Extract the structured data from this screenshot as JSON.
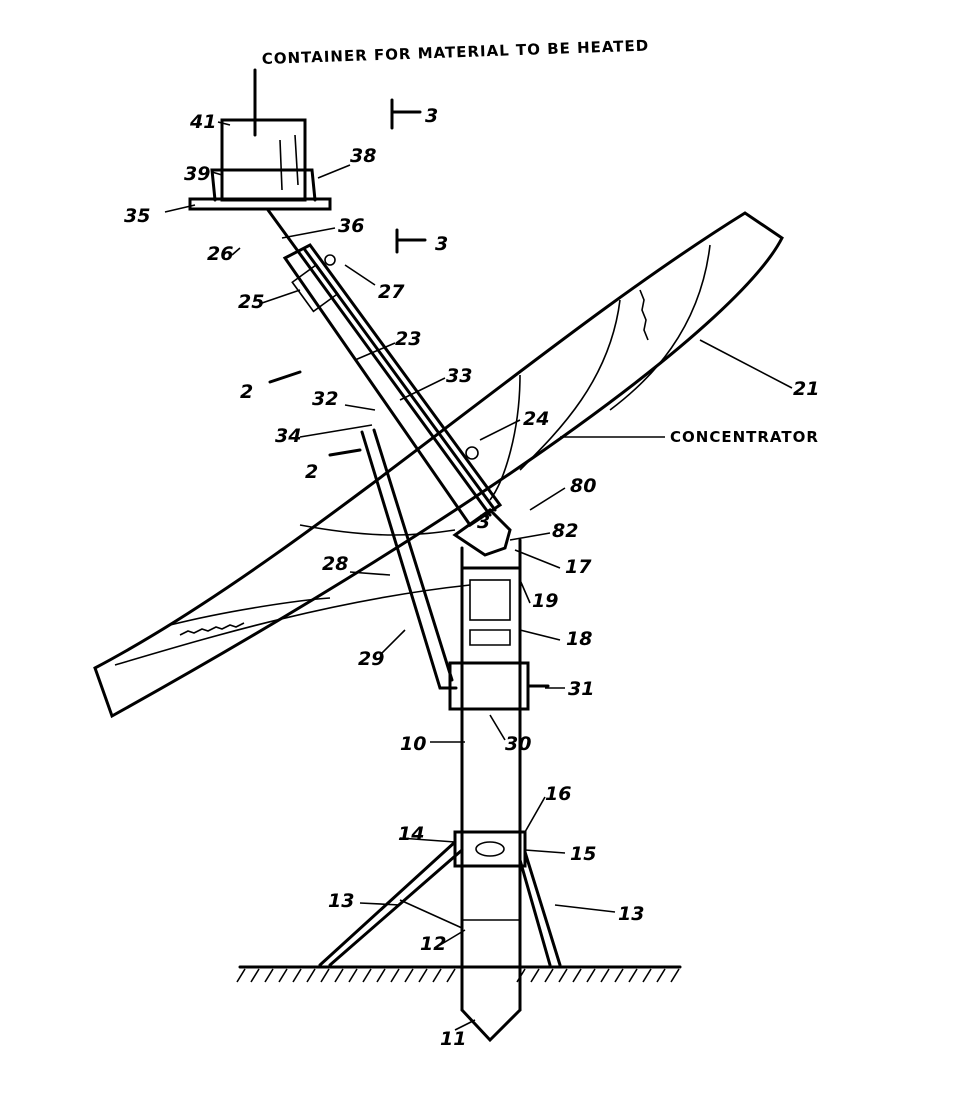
{
  "figure": {
    "caption_container": "CONTAINER FOR MATERIAL TO BE HEATED",
    "caption_concentrator": "CONCENTRATOR",
    "section_marks": [
      "3",
      "3",
      "2",
      "2"
    ],
    "labels": {
      "n41": "41",
      "n39": "39",
      "n38": "38",
      "n35": "35",
      "n36": "36",
      "n26": "26",
      "n25": "25",
      "n27": "27",
      "n23": "23",
      "n33": "33",
      "n32": "32",
      "n34": "34",
      "n24": "24",
      "n21": "21",
      "n80": "80",
      "n82": "82",
      "n17": "17",
      "n19": "19",
      "n18": "18",
      "n28": "28",
      "n29": "29",
      "n31": "31",
      "n30": "30",
      "n10": "10",
      "n16": "16",
      "n14": "14",
      "n15": "15",
      "n13a": "13",
      "n13b": "13",
      "n12": "12",
      "n11": "11",
      "n3pivot": "3"
    }
  }
}
